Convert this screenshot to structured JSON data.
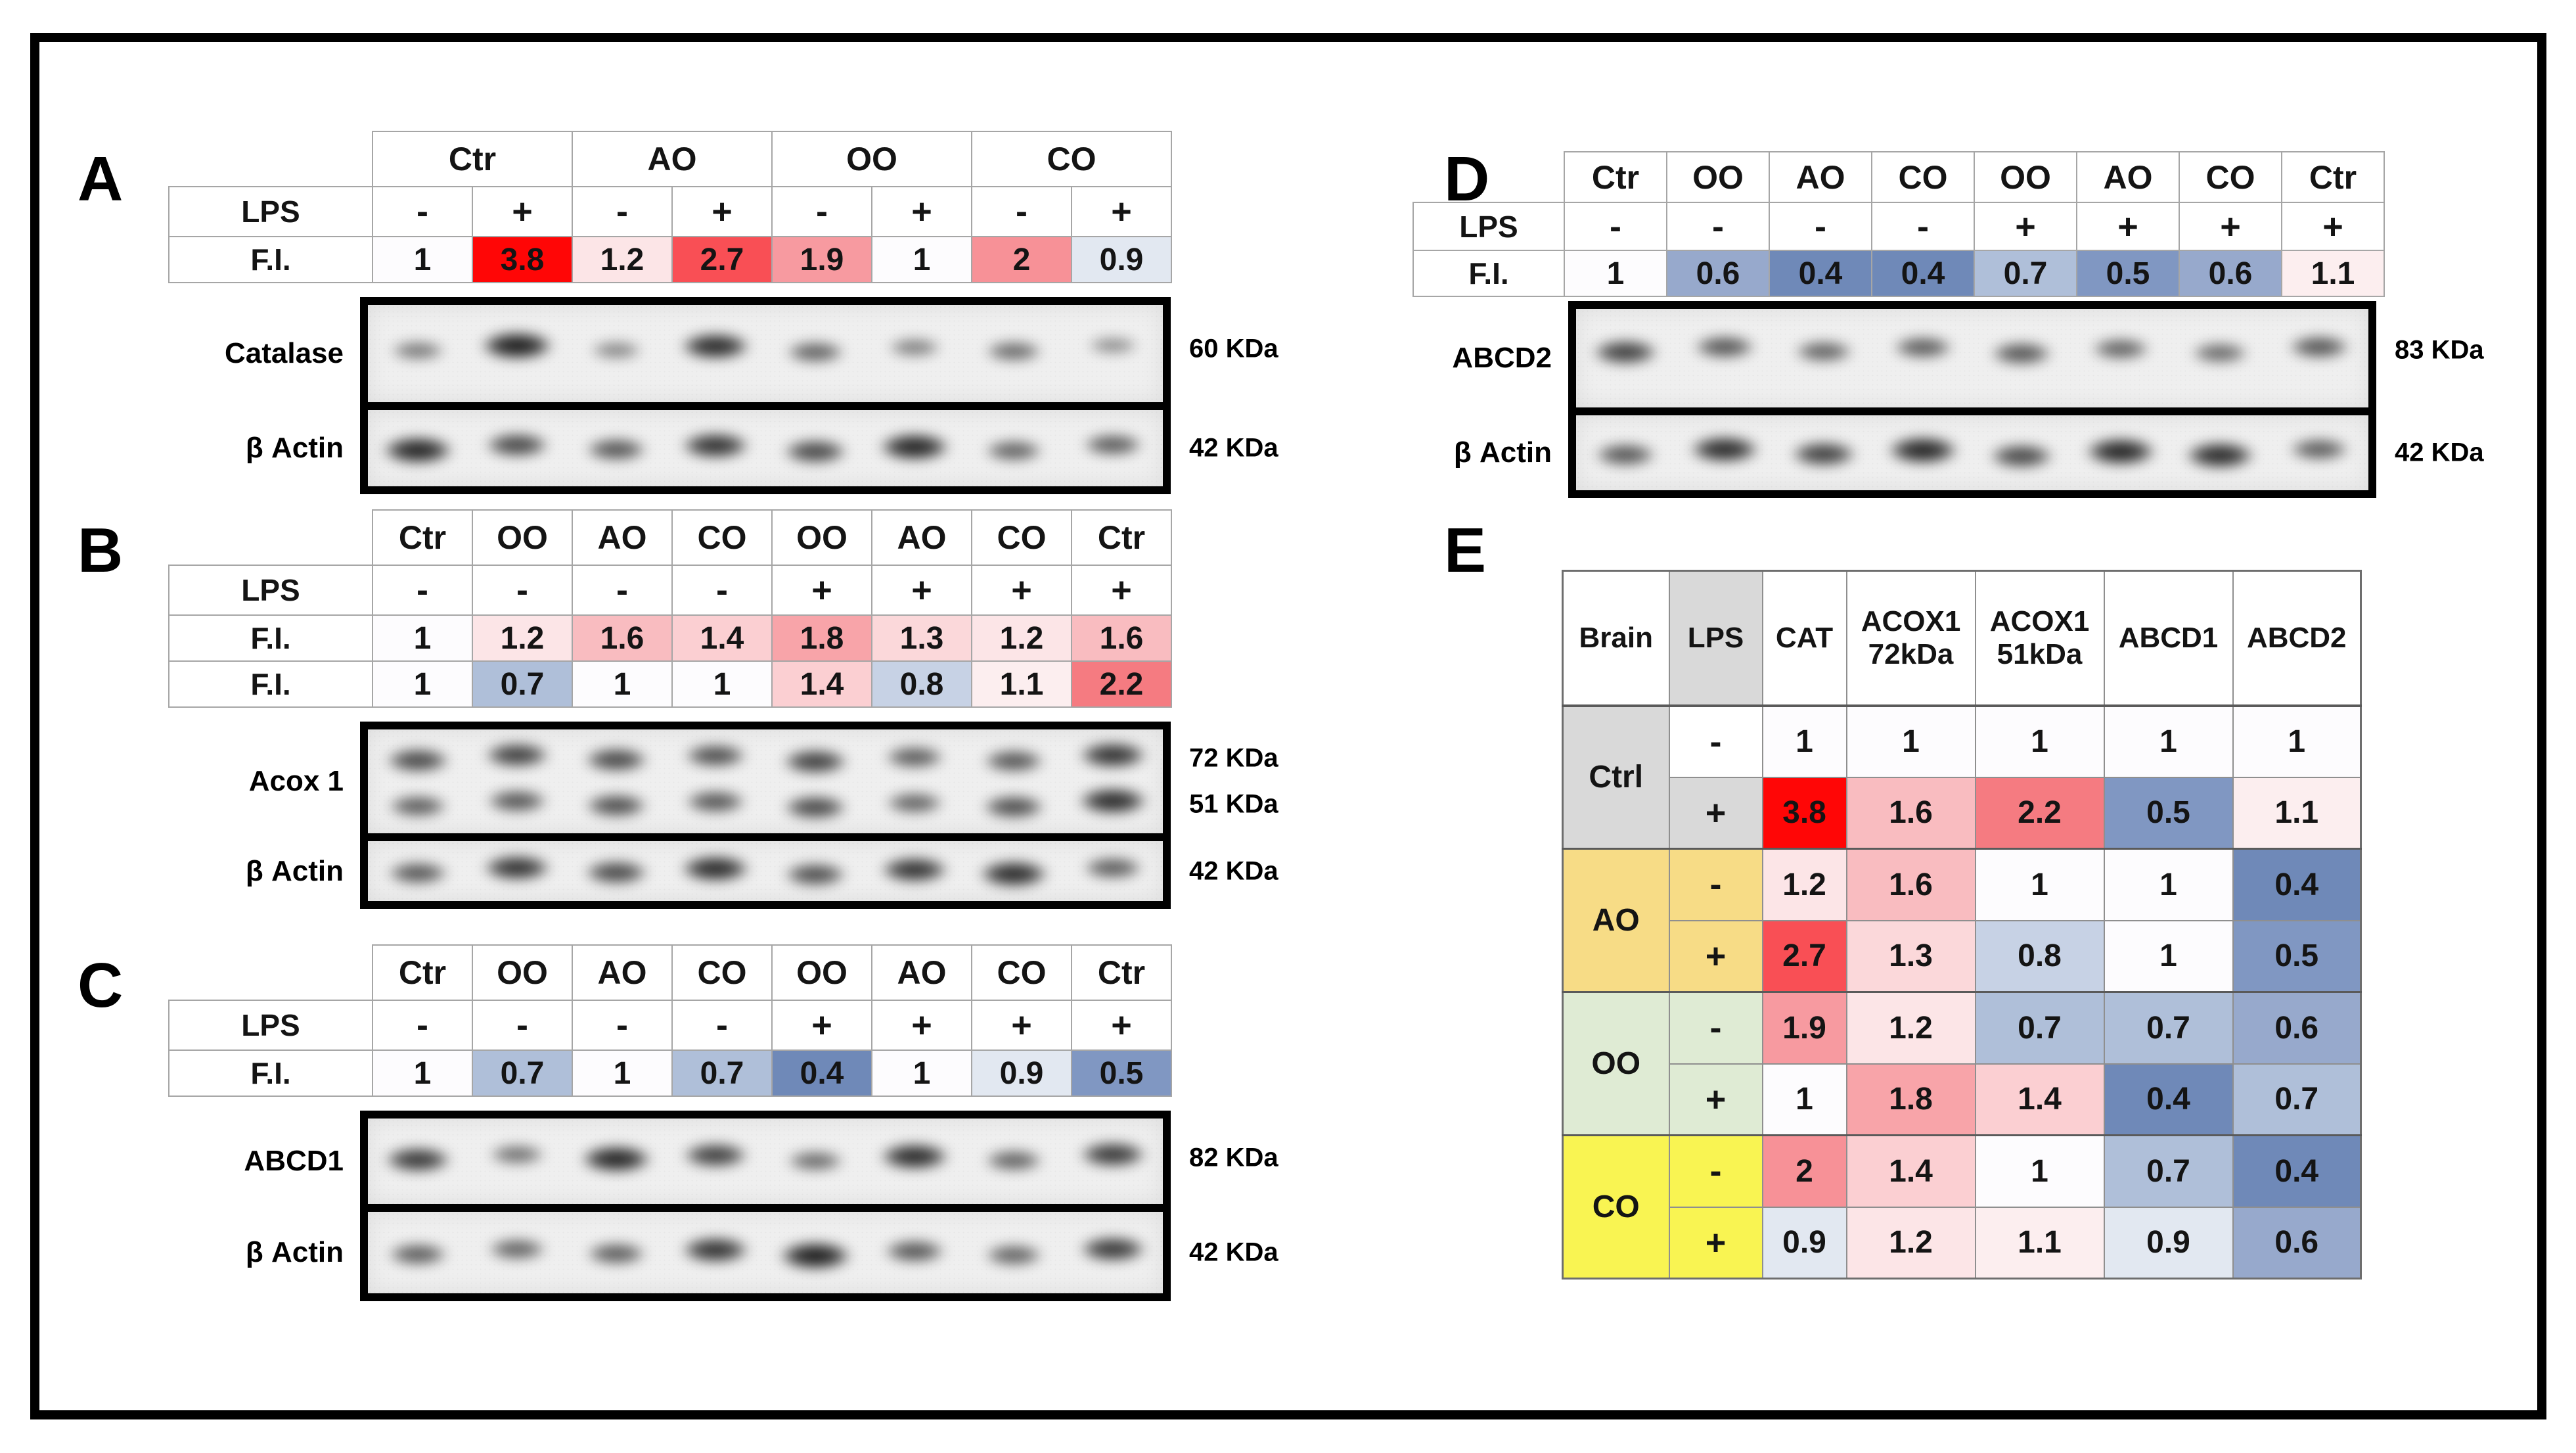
{
  "figure": {
    "panel_labels": [
      "A",
      "B",
      "C",
      "D",
      "E"
    ],
    "colors": {
      "ctrl_grey": "#D9D9D9",
      "ao_orange": "#F7DC86",
      "oo_green": "#DFEBD4",
      "co_yellow": "#F9F452",
      "heat_red_max": "#FF0606",
      "heat_blue_min": "#6F89B8"
    },
    "wb_panels": [
      {
        "id": "A",
        "col_headers": [
          {
            "label": "Ctr",
            "span": 2
          },
          {
            "label": "AO",
            "span": 2
          },
          {
            "label": "OO",
            "span": 2
          },
          {
            "label": "CO",
            "span": 2
          }
        ],
        "lps": {
          "label": "LPS",
          "values": [
            "-",
            "+",
            "-",
            "+",
            "-",
            "+",
            "-",
            "+"
          ]
        },
        "fi_rows": [
          {
            "label": "F.I.",
            "cells": [
              {
                "v": "1",
                "bg": "#FDFCFE"
              },
              {
                "v": "3.8",
                "bg": "#FF0606"
              },
              {
                "v": "1.2",
                "bg": "#FCE5E7"
              },
              {
                "v": "2.7",
                "bg": "#F94F55"
              },
              {
                "v": "1.9",
                "bg": "#F79AA0"
              },
              {
                "v": "1",
                "bg": "#FDFCFE"
              },
              {
                "v": "2",
                "bg": "#F79197"
              },
              {
                "v": "0.9",
                "bg": "#E2E8F1"
              }
            ]
          }
        ],
        "blots": [
          {
            "label": "Catalase",
            "rows": [
              {
                "kda": "60 KDa",
                "intensities": [
                  0.35,
                  1.0,
                  0.25,
                  0.9,
                  0.5,
                  0.3,
                  0.45,
                  0.2
                ]
              }
            ]
          },
          {
            "label": "β Actin",
            "rows": [
              {
                "kda": "42 KDa",
                "intensities": [
                  0.95,
                  0.7,
                  0.6,
                  0.85,
                  0.7,
                  0.95,
                  0.5,
                  0.55
                ]
              }
            ]
          }
        ]
      },
      {
        "id": "B",
        "col_headers": [
          {
            "label": "Ctr",
            "span": 1
          },
          {
            "label": "OO",
            "span": 1
          },
          {
            "label": "AO",
            "span": 1
          },
          {
            "label": "CO",
            "span": 1
          },
          {
            "label": "OO",
            "span": 1
          },
          {
            "label": "AO",
            "span": 1
          },
          {
            "label": "CO",
            "span": 1
          },
          {
            "label": "Ctr",
            "span": 1
          }
        ],
        "lps": {
          "label": "LPS",
          "values": [
            "-",
            "-",
            "-",
            "-",
            "+",
            "+",
            "+",
            "+"
          ]
        },
        "fi_rows": [
          {
            "label": "F.I.",
            "cells": [
              {
                "v": "1",
                "bg": "#FDFCFE"
              },
              {
                "v": "1.2",
                "bg": "#FCE5E7"
              },
              {
                "v": "1.6",
                "bg": "#F9BCC0"
              },
              {
                "v": "1.4",
                "bg": "#FBCFD2"
              },
              {
                "v": "1.8",
                "bg": "#F8A4A9"
              },
              {
                "v": "1.3",
                "bg": "#FBD8DA"
              },
              {
                "v": "1.2",
                "bg": "#FCE5E7"
              },
              {
                "v": "1.6",
                "bg": "#F9BCC0"
              }
            ]
          },
          {
            "label": "F.I.",
            "cells": [
              {
                "v": "1",
                "bg": "#FDFCFE"
              },
              {
                "v": "0.7",
                "bg": "#AFBFD9"
              },
              {
                "v": "1",
                "bg": "#FDFCFE"
              },
              {
                "v": "1",
                "bg": "#FDFCFE"
              },
              {
                "v": "1.4",
                "bg": "#FBCFD2"
              },
              {
                "v": "0.8",
                "bg": "#C7D2E5"
              },
              {
                "v": "1.1",
                "bg": "#FCEEEF"
              },
              {
                "v": "2.2",
                "bg": "#F57B81"
              }
            ]
          }
        ],
        "blots": [
          {
            "label": "Acox 1",
            "rows": [
              {
                "kda": "72 KDa",
                "intensities": [
                  0.7,
                  0.75,
                  0.7,
                  0.65,
                  0.75,
                  0.55,
                  0.6,
                  0.85
                ]
              },
              {
                "kda": "51 KDa",
                "intensities": [
                  0.55,
                  0.6,
                  0.65,
                  0.6,
                  0.7,
                  0.5,
                  0.65,
                  0.9
                ]
              }
            ]
          },
          {
            "label": "β Actin",
            "rows": [
              {
                "kda": "42 KDa",
                "intensities": [
                  0.6,
                  0.85,
                  0.7,
                  0.9,
                  0.65,
                  0.85,
                  0.9,
                  0.55
                ]
              }
            ]
          }
        ]
      },
      {
        "id": "C",
        "col_headers": [
          {
            "label": "Ctr",
            "span": 1
          },
          {
            "label": "OO",
            "span": 1
          },
          {
            "label": "AO",
            "span": 1
          },
          {
            "label": "CO",
            "span": 1
          },
          {
            "label": "OO",
            "span": 1
          },
          {
            "label": "AO",
            "span": 1
          },
          {
            "label": "CO",
            "span": 1
          },
          {
            "label": "Ctr",
            "span": 1
          }
        ],
        "lps": {
          "label": "LPS",
          "values": [
            "-",
            "-",
            "-",
            "-",
            "+",
            "+",
            "+",
            "+"
          ]
        },
        "fi_rows": [
          {
            "label": "F.I.",
            "cells": [
              {
                "v": "1",
                "bg": "#FDFCFE"
              },
              {
                "v": "0.7",
                "bg": "#AFBFD9"
              },
              {
                "v": "1",
                "bg": "#FDFCFE"
              },
              {
                "v": "0.7",
                "bg": "#AFBFD9"
              },
              {
                "v": "0.4",
                "bg": "#6F89B8"
              },
              {
                "v": "1",
                "bg": "#FDFCFE"
              },
              {
                "v": "0.9",
                "bg": "#E2E8F1"
              },
              {
                "v": "0.5",
                "bg": "#8097C2"
              }
            ]
          }
        ],
        "blots": [
          {
            "label": "ABCD1",
            "rows": [
              {
                "kda": "82 KDa",
                "intensities": [
                  0.8,
                  0.4,
                  0.95,
                  0.75,
                  0.45,
                  0.9,
                  0.5,
                  0.8
                ]
              }
            ]
          },
          {
            "label": "β Actin",
            "rows": [
              {
                "kda": "42 KDa",
                "intensities": [
                  0.55,
                  0.5,
                  0.55,
                  0.85,
                  1.0,
                  0.6,
                  0.5,
                  0.8
                ]
              }
            ]
          }
        ]
      },
      {
        "id": "D",
        "col_headers": [
          {
            "label": "Ctr",
            "span": 1
          },
          {
            "label": "OO",
            "span": 1
          },
          {
            "label": "AO",
            "span": 1
          },
          {
            "label": "CO",
            "span": 1
          },
          {
            "label": "OO",
            "span": 1
          },
          {
            "label": "AO",
            "span": 1
          },
          {
            "label": "CO",
            "span": 1
          },
          {
            "label": "Ctr",
            "span": 1
          }
        ],
        "lps": {
          "label": "LPS",
          "values": [
            "-",
            "-",
            "-",
            "-",
            "+",
            "+",
            "+",
            "+"
          ]
        },
        "fi_rows": [
          {
            "label": "F.I.",
            "cells": [
              {
                "v": "1",
                "bg": "#FDFCFE"
              },
              {
                "v": "0.6",
                "bg": "#97A9CC"
              },
              {
                "v": "0.4",
                "bg": "#6F89B8"
              },
              {
                "v": "0.4",
                "bg": "#6F89B8"
              },
              {
                "v": "0.7",
                "bg": "#AFBFD9"
              },
              {
                "v": "0.5",
                "bg": "#8097C2"
              },
              {
                "v": "0.6",
                "bg": "#97A9CC"
              },
              {
                "v": "1.1",
                "bg": "#FCEEEF"
              }
            ]
          }
        ],
        "blots": [
          {
            "label": "ABCD2",
            "rows": [
              {
                "kda": "83 KDa",
                "intensities": [
                  0.75,
                  0.6,
                  0.5,
                  0.55,
                  0.6,
                  0.5,
                  0.45,
                  0.6
                ]
              }
            ]
          },
          {
            "label": "β Actin",
            "rows": [
              {
                "kda": "42 KDa",
                "intensities": [
                  0.6,
                  0.9,
                  0.75,
                  0.95,
                  0.7,
                  0.95,
                  0.9,
                  0.55
                ]
              }
            ]
          }
        ]
      }
    ],
    "summary": {
      "headers": [
        {
          "label": "Brain",
          "bg": "#FFFFFF"
        },
        {
          "label": "LPS",
          "bg": "#D9D9D9"
        },
        {
          "label": "CAT",
          "bg": "#FFFFFF"
        },
        {
          "label": "ACOX1 72kDa",
          "bg": "#FFFFFF"
        },
        {
          "label": "ACOX1 51kDa",
          "bg": "#FFFFFF"
        },
        {
          "label": "ABCD1",
          "bg": "#FFFFFF"
        },
        {
          "label": "ABCD2",
          "bg": "#FFFFFF"
        }
      ],
      "groups": [
        {
          "name": "Ctrl",
          "bg": "#D9D9D9",
          "rows": [
            {
              "lps": "-",
              "lps_bg": "#FFFFFF",
              "cells": [
                {
                  "v": "1",
                  "bg": "#FDFCFE"
                },
                {
                  "v": "1",
                  "bg": "#FDFCFE"
                },
                {
                  "v": "1",
                  "bg": "#FDFCFE"
                },
                {
                  "v": "1",
                  "bg": "#FDFCFE"
                },
                {
                  "v": "1",
                  "bg": "#FDFCFE"
                }
              ]
            },
            {
              "lps": "+",
              "lps_bg": "#D9D9D9",
              "cells": [
                {
                  "v": "3.8",
                  "bg": "#FF0606"
                },
                {
                  "v": "1.6",
                  "bg": "#F9BCC0"
                },
                {
                  "v": "2.2",
                  "bg": "#F57B81"
                },
                {
                  "v": "0.5",
                  "bg": "#8097C2"
                },
                {
                  "v": "1.1",
                  "bg": "#FCEEEF"
                }
              ]
            }
          ]
        },
        {
          "name": "AO",
          "bg": "#F7DC86",
          "rows": [
            {
              "lps": "-",
              "lps_bg": "#F7DC86",
              "cells": [
                {
                  "v": "1.2",
                  "bg": "#FCE5E7"
                },
                {
                  "v": "1.6",
                  "bg": "#F9BCC0"
                },
                {
                  "v": "1",
                  "bg": "#FDFCFE"
                },
                {
                  "v": "1",
                  "bg": "#FDFCFE"
                },
                {
                  "v": "0.4",
                  "bg": "#6F89B8"
                }
              ]
            },
            {
              "lps": "+",
              "lps_bg": "#F7DC86",
              "cells": [
                {
                  "v": "2.7",
                  "bg": "#F94F55"
                },
                {
                  "v": "1.3",
                  "bg": "#FBD8DA"
                },
                {
                  "v": "0.8",
                  "bg": "#C7D2E5"
                },
                {
                  "v": "1",
                  "bg": "#FDFCFE"
                },
                {
                  "v": "0.5",
                  "bg": "#8097C2"
                }
              ]
            }
          ]
        },
        {
          "name": "OO",
          "bg": "#DFEBD4",
          "rows": [
            {
              "lps": "-",
              "lps_bg": "#DFEBD4",
              "cells": [
                {
                  "v": "1.9",
                  "bg": "#F79AA0"
                },
                {
                  "v": "1.2",
                  "bg": "#FCE5E7"
                },
                {
                  "v": "0.7",
                  "bg": "#AFBFD9"
                },
                {
                  "v": "0.7",
                  "bg": "#AFBFD9"
                },
                {
                  "v": "0.6",
                  "bg": "#97A9CC"
                }
              ]
            },
            {
              "lps": "+",
              "lps_bg": "#DFEBD4",
              "cells": [
                {
                  "v": "1",
                  "bg": "#FDFCFE"
                },
                {
                  "v": "1.8",
                  "bg": "#F8A4A9"
                },
                {
                  "v": "1.4",
                  "bg": "#FBCFD2"
                },
                {
                  "v": "0.4",
                  "bg": "#6F89B8"
                },
                {
                  "v": "0.7",
                  "bg": "#AFBFD9"
                }
              ]
            }
          ]
        },
        {
          "name": "CO",
          "bg": "#F9F452",
          "rows": [
            {
              "lps": "-",
              "lps_bg": "#F9F452",
              "cells": [
                {
                  "v": "2",
                  "bg": "#F79197"
                },
                {
                  "v": "1.4",
                  "bg": "#FBCFD2"
                },
                {
                  "v": "1",
                  "bg": "#FDFCFE"
                },
                {
                  "v": "0.7",
                  "bg": "#AFBFD9"
                },
                {
                  "v": "0.4",
                  "bg": "#6F89B8"
                }
              ]
            },
            {
              "lps": "+",
              "lps_bg": "#F9F452",
              "cells": [
                {
                  "v": "0.9",
                  "bg": "#E2E8F1"
                },
                {
                  "v": "1.2",
                  "bg": "#FCE5E7"
                },
                {
                  "v": "1.1",
                  "bg": "#FCEEEF"
                },
                {
                  "v": "0.9",
                  "bg": "#E2E8F1"
                },
                {
                  "v": "0.6",
                  "bg": "#97A9CC"
                }
              ]
            }
          ]
        }
      ]
    }
  }
}
